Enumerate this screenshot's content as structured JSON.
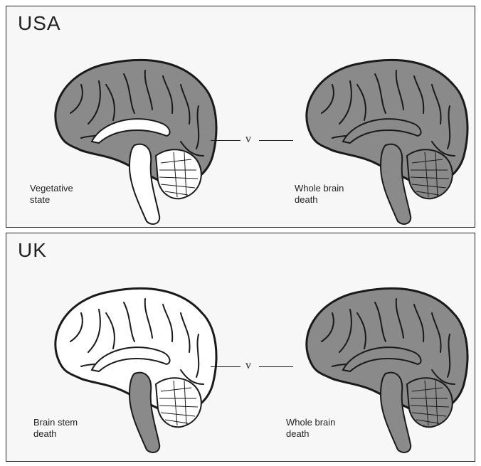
{
  "panels": [
    {
      "title": "USA",
      "left_label": "Vegetative\nstate",
      "comparator": "v",
      "right_label": "Whole brain\ndeath"
    },
    {
      "title": "UK",
      "left_label": "Brain stem\ndeath",
      "comparator": "v",
      "right_label": "Whole brain\ndeath"
    }
  ],
  "colors": {
    "dead_tissue": "#8a8a8a",
    "live_tissue": "#ffffff",
    "outline": "#1a1a1a"
  }
}
